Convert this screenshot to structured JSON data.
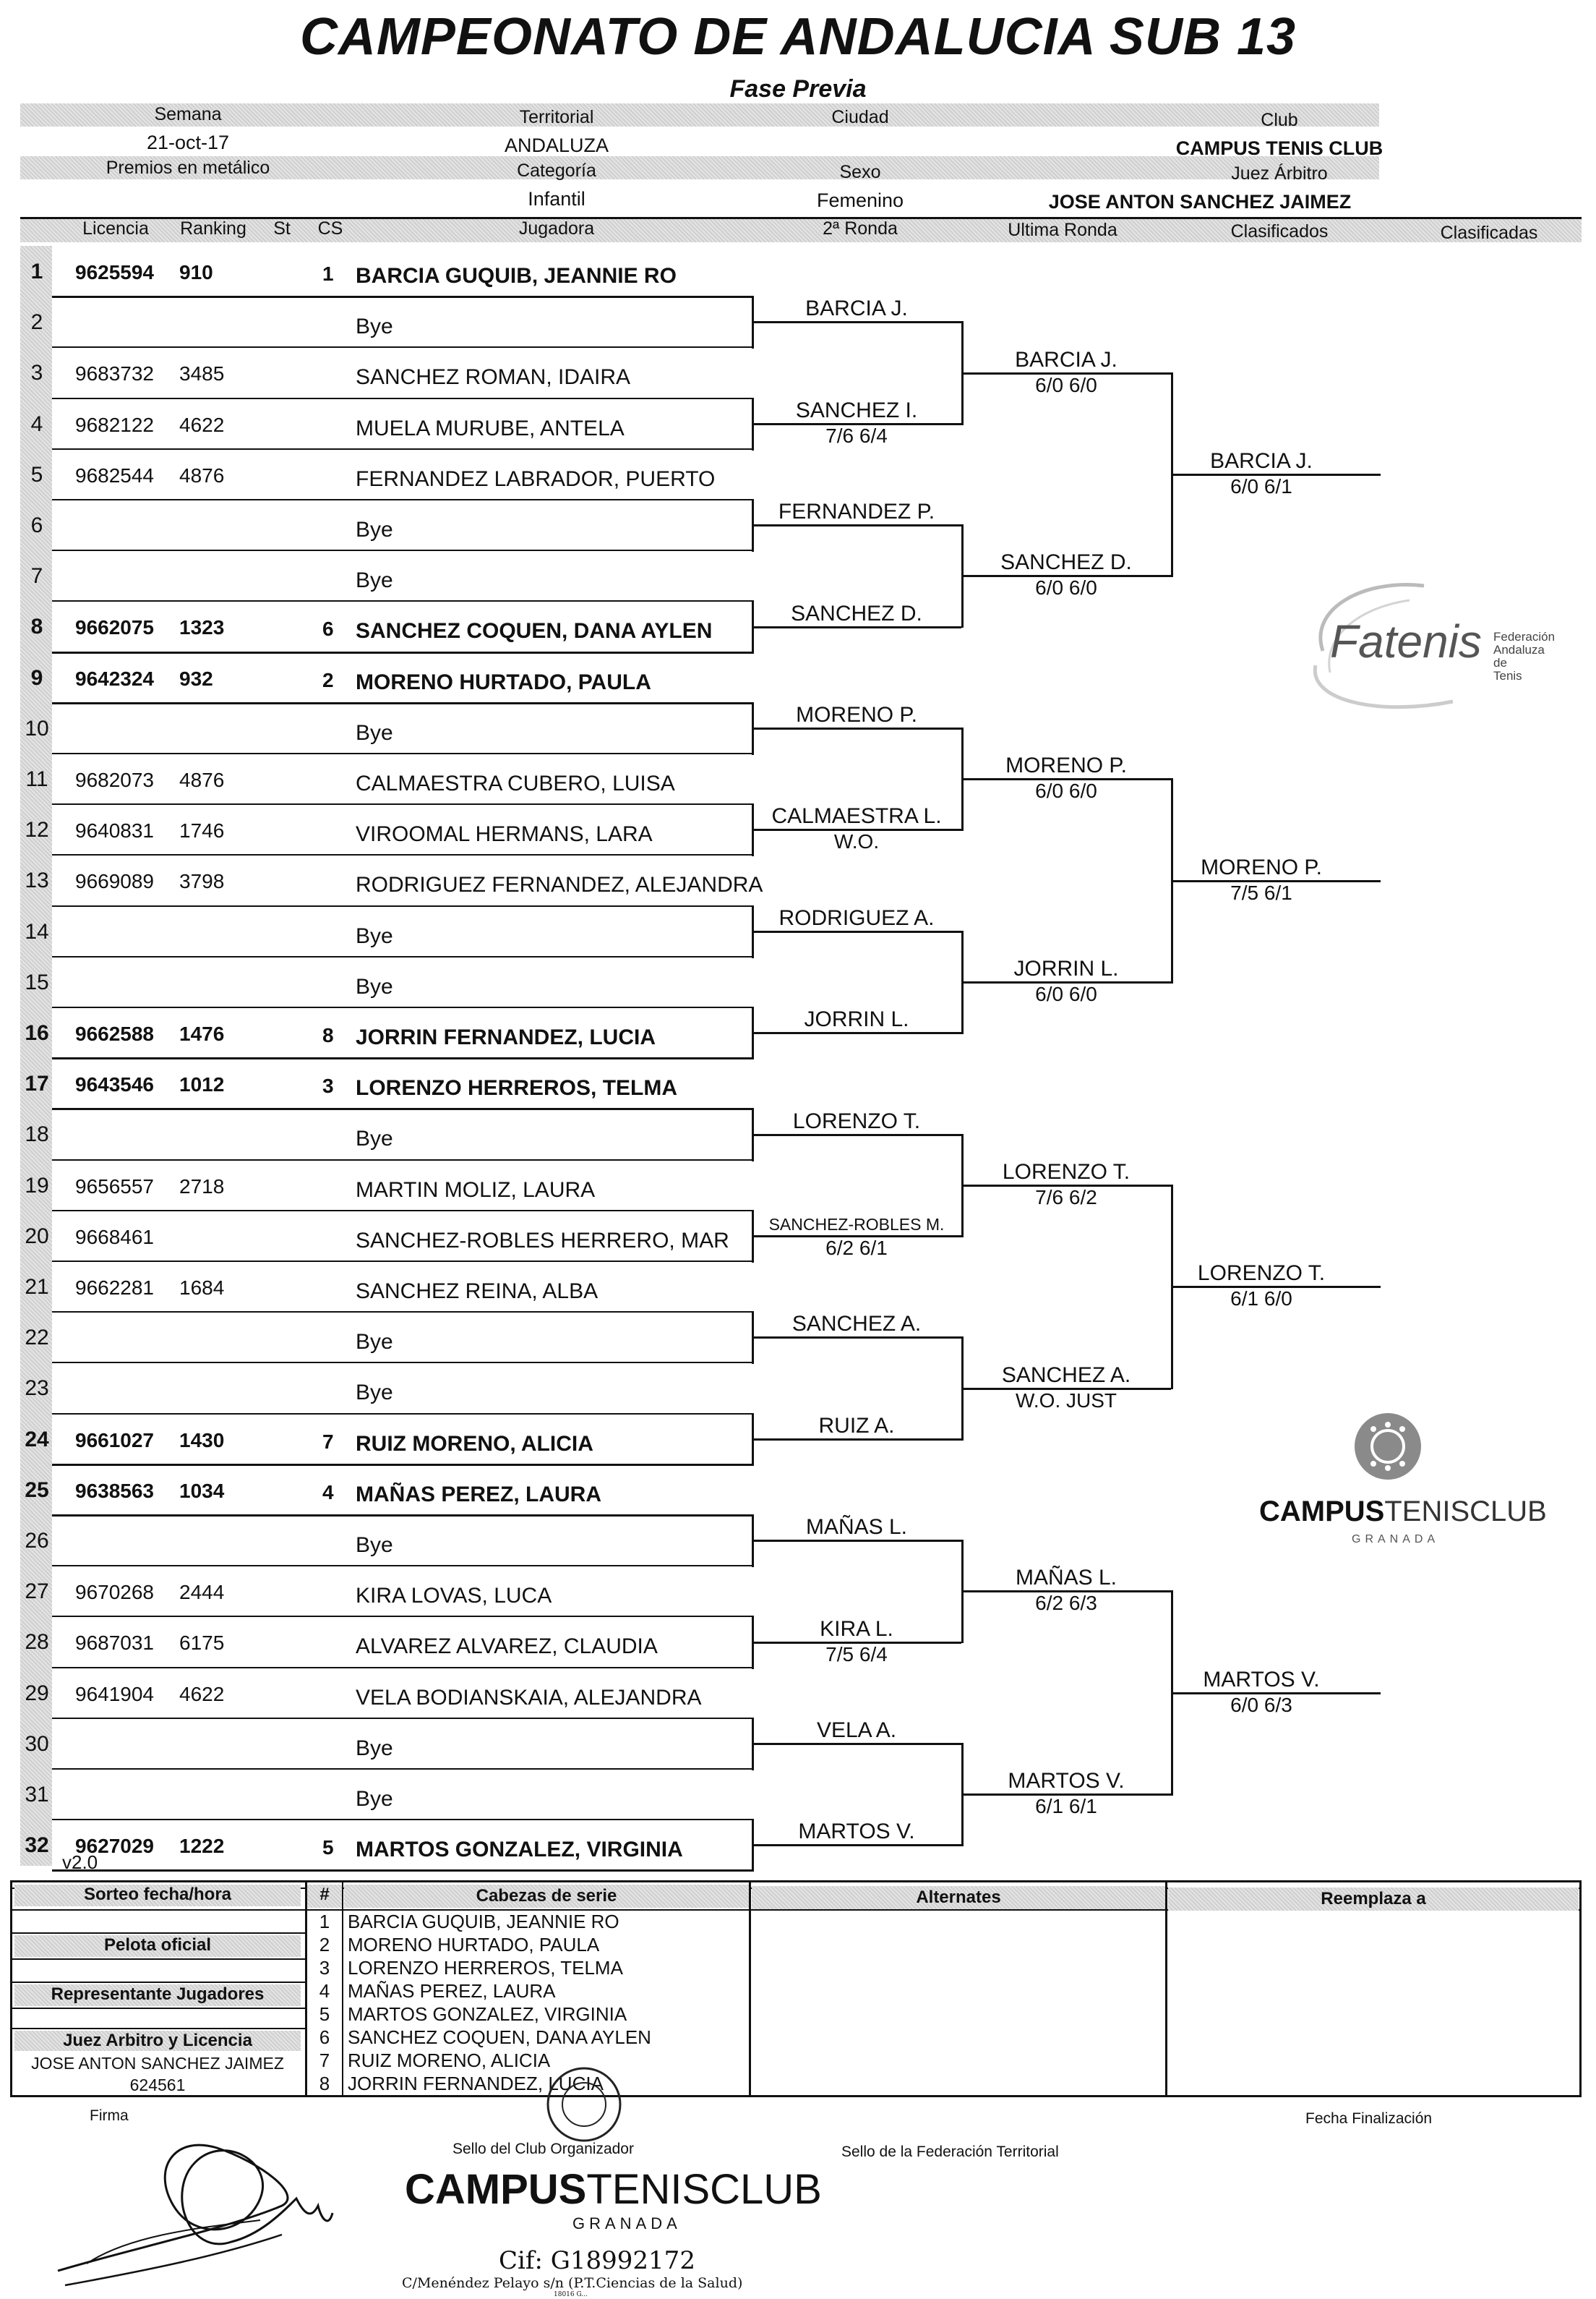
{
  "header": {
    "title": "CAMPEONATO DE ANDALUCIA SUB 13",
    "subtitle": "Fase Previa",
    "semana_label": "Semana",
    "semana": "21-oct-17",
    "territorial_label": "Territorial",
    "territorial": "ANDALUZA",
    "ciudad_label": "Ciudad",
    "ciudad": "",
    "club_label": "Club",
    "club": "CAMPUS TENIS CLUB",
    "premios_label": "Premios en metálico",
    "categoria_label": "Categoría",
    "categoria": "Infantil",
    "sexo_label": "Sexo",
    "sexo": "Femenino",
    "juez_label": "Juez Árbitro",
    "juez": "JOSE ANTON SANCHEZ JAIMEZ"
  },
  "columns": {
    "licencia": "Licencia",
    "ranking": "Ranking",
    "st": "St",
    "cs": "CS",
    "jugadora": "Jugadora",
    "ronda2": "2ª Ronda",
    "ultima": "Ultima Ronda",
    "clasificados": "Clasificados",
    "clasificadas": "Clasificadas"
  },
  "draw": [
    {
      "n": "1",
      "lic": "9625594",
      "rk": "910",
      "cs": "1",
      "name": "BARCIA GUQUIB, JEANNIE RO",
      "seed": true
    },
    {
      "n": "2",
      "lic": "",
      "rk": "",
      "cs": "",
      "name": "Bye",
      "seed": false
    },
    {
      "n": "3",
      "lic": "9683732",
      "rk": "3485",
      "cs": "",
      "name": "SANCHEZ ROMAN, IDAIRA",
      "seed": false
    },
    {
      "n": "4",
      "lic": "9682122",
      "rk": "4622",
      "cs": "",
      "name": "MUELA MURUBE, ANTELA",
      "seed": false
    },
    {
      "n": "5",
      "lic": "9682544",
      "rk": "4876",
      "cs": "",
      "name": "FERNANDEZ LABRADOR, PUERTO",
      "seed": false
    },
    {
      "n": "6",
      "lic": "",
      "rk": "",
      "cs": "",
      "name": "Bye",
      "seed": false
    },
    {
      "n": "7",
      "lic": "",
      "rk": "",
      "cs": "",
      "name": "Bye",
      "seed": false
    },
    {
      "n": "8",
      "lic": "9662075",
      "rk": "1323",
      "cs": "6",
      "name": "SANCHEZ COQUEN, DANA AYLEN",
      "seed": true
    },
    {
      "n": "9",
      "lic": "9642324",
      "rk": "932",
      "cs": "2",
      "name": "MORENO HURTADO, PAULA",
      "seed": true
    },
    {
      "n": "10",
      "lic": "",
      "rk": "",
      "cs": "",
      "name": "Bye",
      "seed": false
    },
    {
      "n": "11",
      "lic": "9682073",
      "rk": "4876",
      "cs": "",
      "name": "CALMAESTRA CUBERO, LUISA",
      "seed": false
    },
    {
      "n": "12",
      "lic": "9640831",
      "rk": "1746",
      "cs": "",
      "name": "VIROOMAL HERMANS, LARA",
      "seed": false
    },
    {
      "n": "13",
      "lic": "9669089",
      "rk": "3798",
      "cs": "",
      "name": "RODRIGUEZ FERNANDEZ, ALEJANDRA",
      "seed": false
    },
    {
      "n": "14",
      "lic": "",
      "rk": "",
      "cs": "",
      "name": "Bye",
      "seed": false
    },
    {
      "n": "15",
      "lic": "",
      "rk": "",
      "cs": "",
      "name": "Bye",
      "seed": false
    },
    {
      "n": "16",
      "lic": "9662588",
      "rk": "1476",
      "cs": "8",
      "name": "JORRIN FERNANDEZ, LUCIA",
      "seed": true
    },
    {
      "n": "17",
      "lic": "9643546",
      "rk": "1012",
      "cs": "3",
      "name": "LORENZO HERREROS, TELMA",
      "seed": true
    },
    {
      "n": "18",
      "lic": "",
      "rk": "",
      "cs": "",
      "name": "Bye",
      "seed": false
    },
    {
      "n": "19",
      "lic": "9656557",
      "rk": "2718",
      "cs": "",
      "name": "MARTIN MOLIZ, LAURA",
      "seed": false
    },
    {
      "n": "20",
      "lic": "9668461",
      "rk": "",
      "cs": "",
      "name": "SANCHEZ-ROBLES HERRERO, MAR",
      "seed": false
    },
    {
      "n": "21",
      "lic": "9662281",
      "rk": "1684",
      "cs": "",
      "name": "SANCHEZ REINA, ALBA",
      "seed": false
    },
    {
      "n": "22",
      "lic": "",
      "rk": "",
      "cs": "",
      "name": "Bye",
      "seed": false
    },
    {
      "n": "23",
      "lic": "",
      "rk": "",
      "cs": "",
      "name": "Bye",
      "seed": false
    },
    {
      "n": "24",
      "lic": "9661027",
      "rk": "1430",
      "cs": "7",
      "name": "RUIZ MORENO, ALICIA",
      "seed": true
    },
    {
      "n": "25",
      "lic": "9638563",
      "rk": "1034",
      "cs": "4",
      "name": "MAÑAS PEREZ, LAURA",
      "seed": true
    },
    {
      "n": "26",
      "lic": "",
      "rk": "",
      "cs": "",
      "name": "Bye",
      "seed": false
    },
    {
      "n": "27",
      "lic": "9670268",
      "rk": "2444",
      "cs": "",
      "name": "KIRA LOVAS, LUCA",
      "seed": false
    },
    {
      "n": "28",
      "lic": "9687031",
      "rk": "6175",
      "cs": "",
      "name": "ALVAREZ ALVAREZ, CLAUDIA",
      "seed": false
    },
    {
      "n": "29",
      "lic": "9641904",
      "rk": "4622",
      "cs": "",
      "name": "VELA BODIANSKAIA, ALEJANDRA",
      "seed": false
    },
    {
      "n": "30",
      "lic": "",
      "rk": "",
      "cs": "",
      "name": "Bye",
      "seed": false
    },
    {
      "n": "31",
      "lic": "",
      "rk": "",
      "cs": "",
      "name": "Bye",
      "seed": false
    },
    {
      "n": "32",
      "lic": "9627029",
      "rk": "1222",
      "cs": "5",
      "name": "MARTOS GONZALEZ, VIRGINIA",
      "seed": true
    }
  ],
  "round2": [
    {
      "name": "BARCIA J.",
      "score": ""
    },
    {
      "name": "SANCHEZ I.",
      "score": "7/6 6/4"
    },
    {
      "name": "FERNANDEZ P.",
      "score": ""
    },
    {
      "name": "SANCHEZ D.",
      "score": ""
    },
    {
      "name": "MORENO P.",
      "score": ""
    },
    {
      "name": "CALMAESTRA L.",
      "score": "W.O."
    },
    {
      "name": "RODRIGUEZ A.",
      "score": ""
    },
    {
      "name": "JORRIN L.",
      "score": ""
    },
    {
      "name": "LORENZO T.",
      "score": ""
    },
    {
      "name": "SANCHEZ-ROBLES M.",
      "score": "6/2 6/1"
    },
    {
      "name": "SANCHEZ A.",
      "score": ""
    },
    {
      "name": "RUIZ A.",
      "score": ""
    },
    {
      "name": "MAÑAS L.",
      "score": ""
    },
    {
      "name": "KIRA L.",
      "score": "7/5 6/4"
    },
    {
      "name": "VELA A.",
      "score": ""
    },
    {
      "name": "MARTOS V.",
      "score": ""
    }
  ],
  "round3": [
    {
      "name": "BARCIA J.",
      "score": "6/0 6/0"
    },
    {
      "name": "SANCHEZ D.",
      "score": "6/0 6/0"
    },
    {
      "name": "MORENO P.",
      "score": "6/0 6/0"
    },
    {
      "name": "JORRIN L.",
      "score": "6/0 6/0"
    },
    {
      "name": "LORENZO T.",
      "score": "7/6 6/2"
    },
    {
      "name": "SANCHEZ A.",
      "score": "W.O. JUST"
    },
    {
      "name": "MAÑAS L.",
      "score": "6/2 6/3"
    },
    {
      "name": "MARTOS V.",
      "score": "6/1 6/1"
    }
  ],
  "qualified": [
    {
      "name": "BARCIA J.",
      "score": "6/0 6/1"
    },
    {
      "name": "MORENO P.",
      "score": "7/5 6/1"
    },
    {
      "name": "LORENZO T.",
      "score": "6/1 6/0"
    },
    {
      "name": "MARTOS V.",
      "score": "6/0 6/3"
    }
  ],
  "version": "v2.0",
  "bottom": {
    "sorteo": "Sorteo fecha/hora",
    "pelota": "Pelota oficial",
    "representante": "Representante Jugadores",
    "juez_licencia": "Juez Arbitro y Licencia",
    "juez_name": "JOSE ANTON SANCHEZ JAIMEZ",
    "juez_lic": "624561",
    "hash": "#",
    "cabezas": "Cabezas de serie",
    "alternates": "Alternates",
    "reemplaza": "Reemplaza a",
    "seeds": [
      {
        "n": "1",
        "name": "BARCIA GUQUIB, JEANNIE RO"
      },
      {
        "n": "2",
        "name": "MORENO HURTADO, PAULA"
      },
      {
        "n": "3",
        "name": "LORENZO HERREROS, TELMA"
      },
      {
        "n": "4",
        "name": "MAÑAS PEREZ, LAURA"
      },
      {
        "n": "5",
        "name": "MARTOS GONZALEZ, VIRGINIA"
      },
      {
        "n": "6",
        "name": "SANCHEZ COQUEN, DANA AYLEN"
      },
      {
        "n": "7",
        "name": "RUIZ MORENO, ALICIA"
      },
      {
        "n": "8",
        "name": "JORRIN FERNANDEZ, LUCIA"
      }
    ]
  },
  "footer": {
    "firma": "Firma",
    "sello_club": "Sello del Club Organizador",
    "sello_fed": "Sello de la Federación Territorial",
    "fecha_fin": "Fecha Finalización",
    "stamp_club_a": "CAMPUS",
    "stamp_club_b": "TENISCLUB",
    "stamp_city": "GRANADA",
    "cif": "Cif: G18992172",
    "address": "C/Menéndez Pelayo s/n (P.T.Ciencias de la Salud)",
    "zip": "18016 G..."
  },
  "logos": {
    "fatenis": "Fatenis",
    "fatenis_sub1": "Federación",
    "fatenis_sub2": "Andaluza de",
    "fatenis_sub3": "Tenis",
    "campus_a": "CAMPUS",
    "campus_b": "TENISCLUB",
    "campus_city": "GRANADA"
  }
}
